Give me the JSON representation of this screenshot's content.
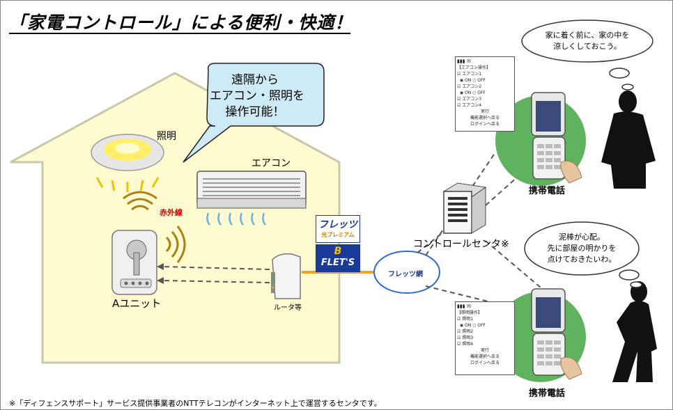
{
  "title": "「家電コントロール」による便利・快適！",
  "house_bubble": {
    "lines": [
      "遠隔から",
      "エアコン・照明を",
      "操作可能！"
    ]
  },
  "labels": {
    "lighting": "照明",
    "aircon": "エアコン",
    "infrared": "赤外線",
    "a_unit": "Aユニット",
    "router": "ルータ等",
    "flets_net": "フレッツ網",
    "control_center": "コントロールセンタ※",
    "phone_top": "携帯電話",
    "phone_bottom": "携帯電話"
  },
  "flets_logos": {
    "top_main": "フレッツ",
    "top_sub": "光プレミアム",
    "bottom_main": "B",
    "bottom_sub": "FLET'S"
  },
  "thoughts": {
    "top": [
      "家に着く前に、家の中を",
      "涼しくしておこう。"
    ],
    "bottom": [
      "泥棒が心配。",
      "先に部屋の明かりを",
      "点けておきたいわ。"
    ]
  },
  "phone_screens": {
    "top": {
      "header": "【エアコン操作】",
      "rows": [
        "エアコン1",
        "エアコン2",
        "エアコン3",
        "エアコン4"
      ],
      "on": "ON",
      "off": "OFF",
      "exec": "実行",
      "back1": "機能選択へ戻る",
      "back2": "ログインへ戻る"
    },
    "bottom": {
      "header": "【照明操作】",
      "rows": [
        "照明1",
        "照明2",
        "照明3",
        "照明4"
      ],
      "on": "ON",
      "off": "OFF",
      "exec": "実行",
      "back1": "機能選択へ戻る",
      "back2": "ログインへ戻る"
    }
  },
  "footnote": "※「ディフェンスサポート」サービス提供事業者のNTTテレコンがインターネット上で運営するセンタです。",
  "colors": {
    "house_fill": "#fffbd0",
    "bubble_fill": "#cfeaf7",
    "green_circle": "#5fb35f",
    "flets_blue": "#1a3a9a",
    "line_orange": "#f5a020"
  }
}
